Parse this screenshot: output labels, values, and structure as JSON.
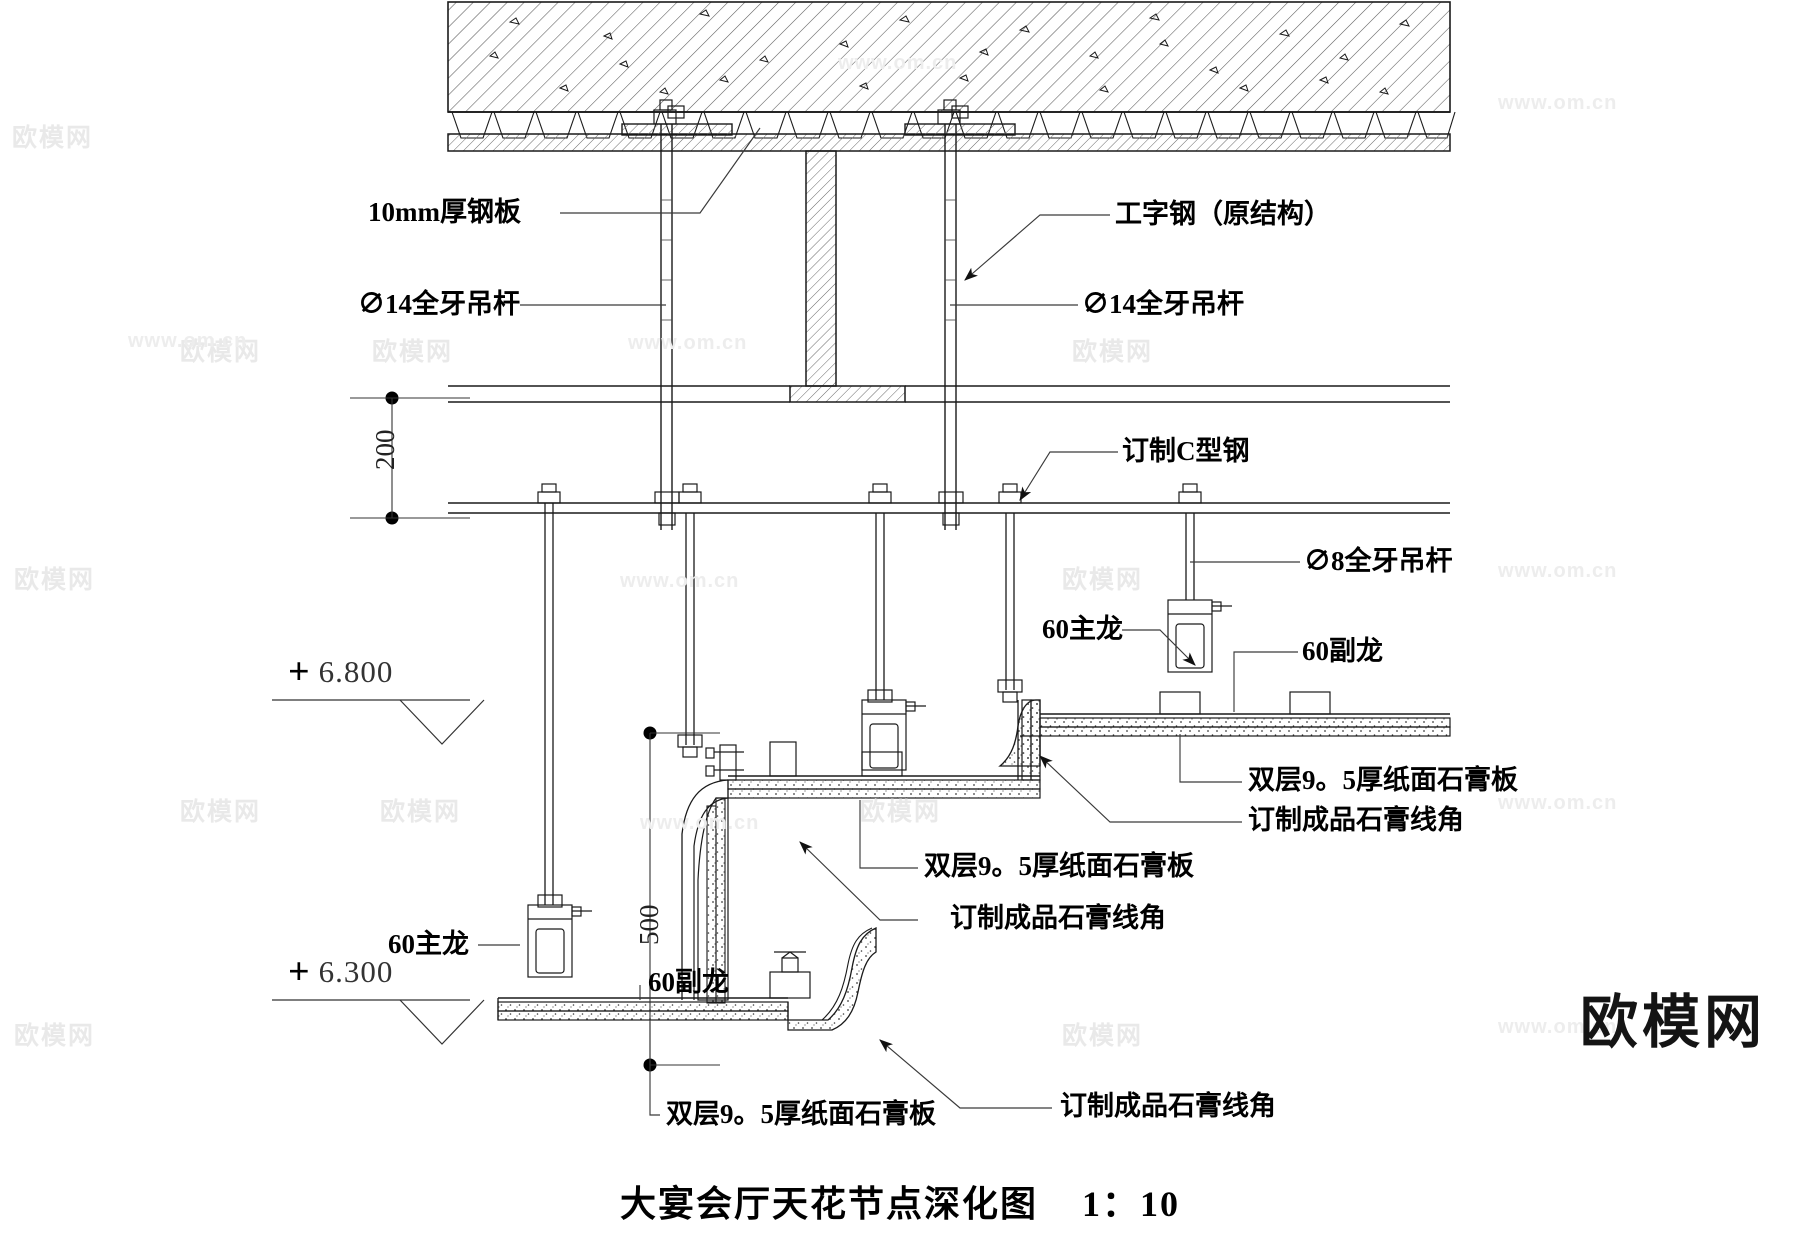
{
  "drawing": {
    "title": "大宴会厅天花节点深化图",
    "scale": "1：10",
    "type": "architectural-ceiling-detail"
  },
  "labels": {
    "steel_plate": "10mm厚钢板",
    "i_beam": "工字钢（原结构）",
    "rod14_left": "∅14全牙吊杆",
    "rod14_right": "∅14全牙吊杆",
    "c_channel": "订制C型钢",
    "rod8": "∅8全牙吊杆",
    "main_keel_top": "60主龙",
    "sub_keel_right": "60副龙",
    "gypsum_right": "双层9。5厚纸面石膏板",
    "cornice_right": "订制成品石膏线角",
    "gypsum_mid": "双层9。5厚纸面石膏板",
    "cornice_mid": "订制成品石膏线角",
    "main_keel_low": "60主龙",
    "sub_keel_low": "60副龙",
    "gypsum_bottom": "双层9。5厚纸面石膏板",
    "cornice_bottom": "订制成品石膏线角"
  },
  "dimensions": {
    "d200": "200",
    "d500": "500"
  },
  "elevations": {
    "upper": {
      "sign": "+",
      "value": "6.800"
    },
    "lower": {
      "sign": "+",
      "value": "6.300"
    }
  },
  "watermarks": {
    "cn": "欧模网",
    "url": "www.om.cn",
    "brand": "欧模网"
  },
  "colors": {
    "line": "#1a1a1a",
    "hatch": "#555555",
    "background": "#ffffff",
    "watermark": "#ececec"
  }
}
